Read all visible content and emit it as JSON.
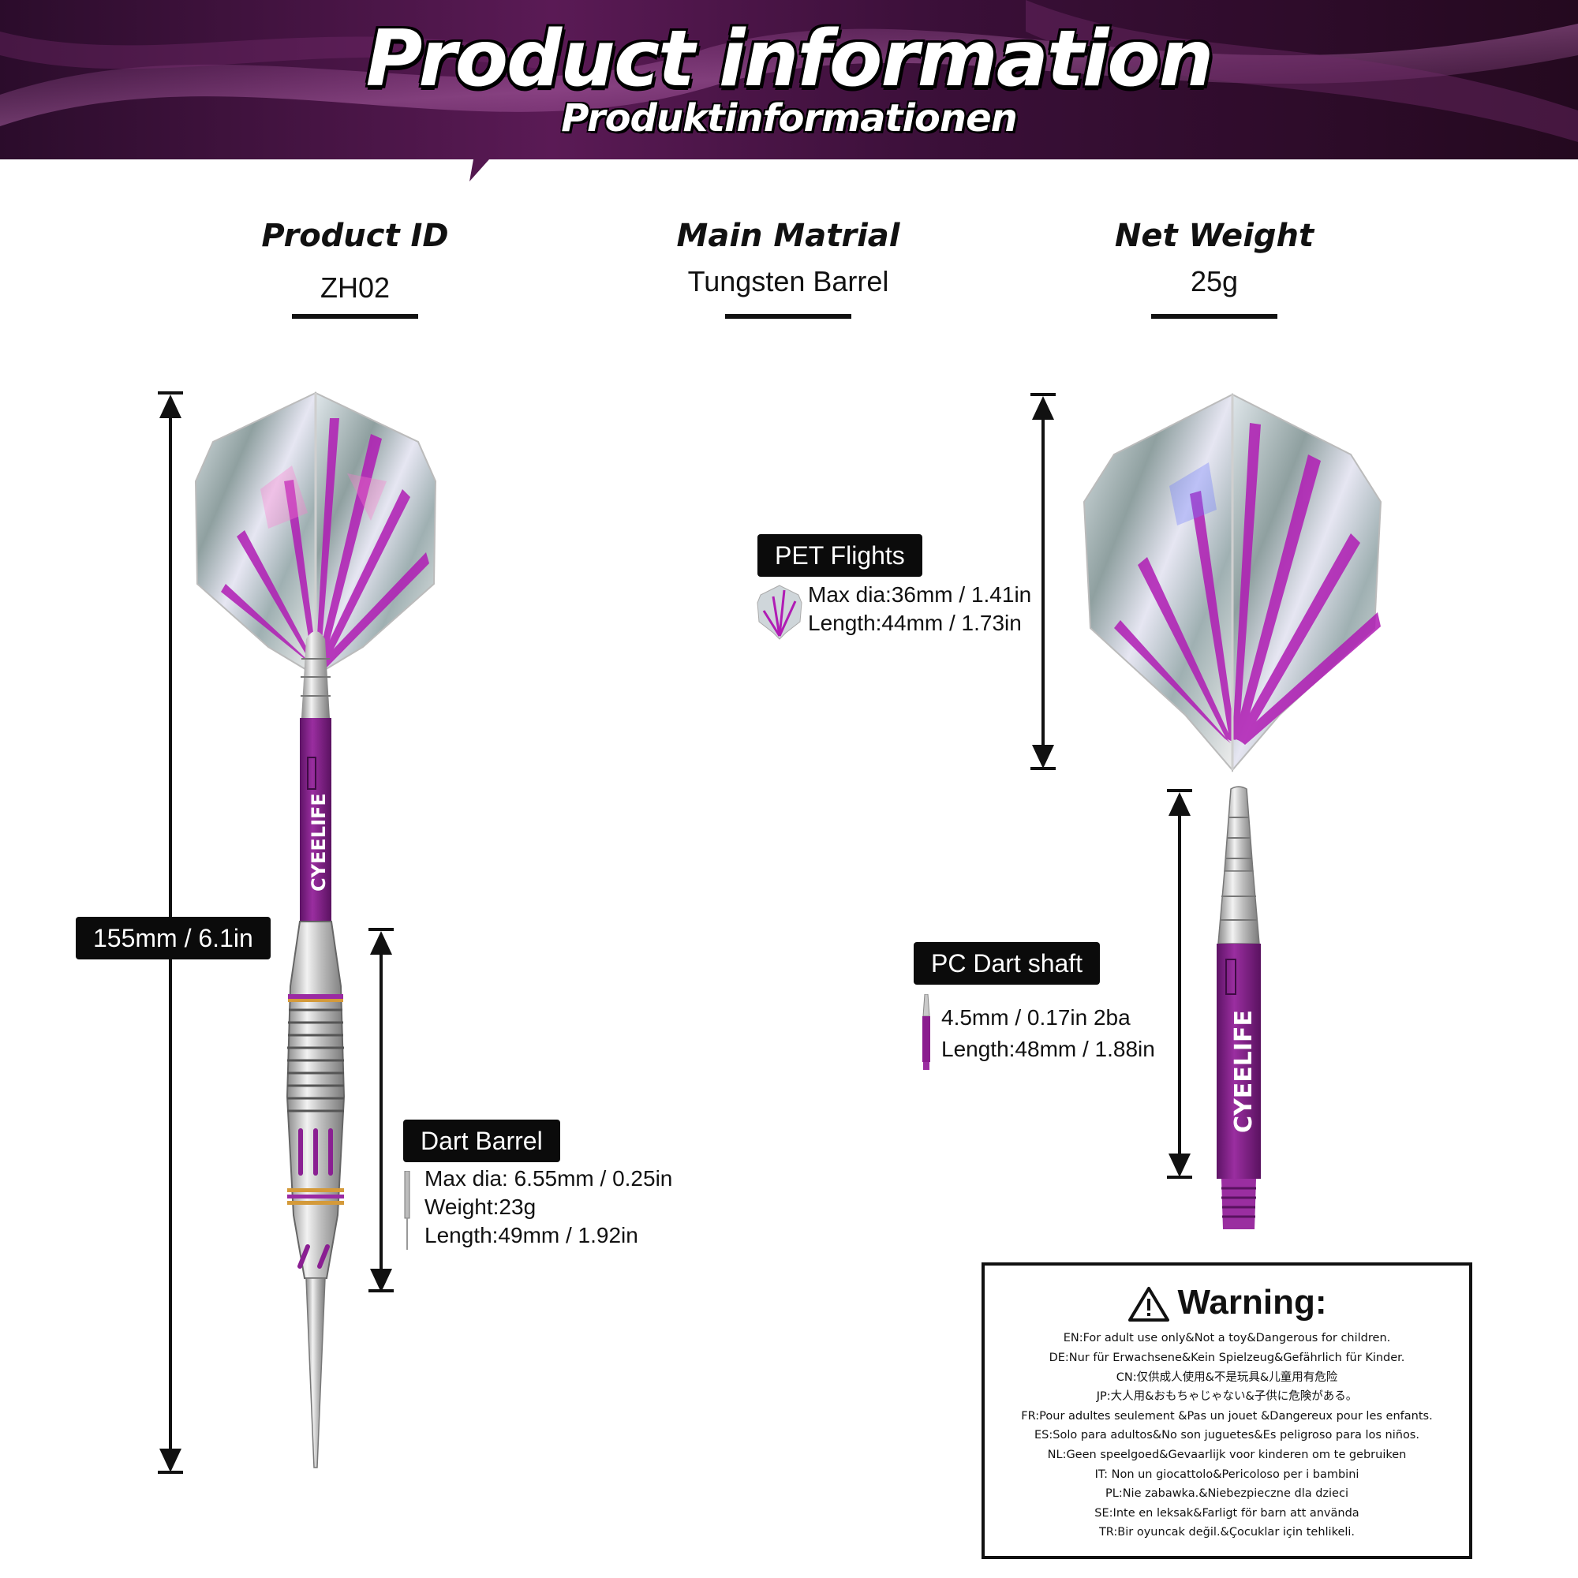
{
  "header": {
    "title": "Product information",
    "subtitle": "Produktinformationen"
  },
  "specs": [
    {
      "label": "Product ID",
      "value": "ZH02"
    },
    {
      "label": "Main Matrial",
      "value": "Tungsten Barrel"
    },
    {
      "label": "Net Weight",
      "value": "25g"
    }
  ],
  "dart": {
    "total_length": "155mm / 6.1in",
    "brand": "CYEELIFE"
  },
  "barrel": {
    "title": "Dart Barrel",
    "lines": [
      "Max dia: 6.55mm / 0.25in",
      "Weight:23g",
      "Length:49mm / 1.92in"
    ]
  },
  "flights": {
    "title": "PET Flights",
    "lines": [
      "Max dia:36mm / 1.41in",
      "Length:44mm / 1.73in"
    ]
  },
  "shaft": {
    "title": "PC Dart shaft",
    "lines": [
      "4.5mm / 0.17in 2ba",
      "Length:48mm / 1.88in"
    ]
  },
  "warning": {
    "title": "Warning:",
    "lines": [
      "EN:For adult use only&Not a toy&Dangerous for children.",
      "DE:Nur für Erwachsene&Kein Spielzeug&Gefährlich für Kinder.",
      "CN:仅供成人使用&不是玩具&儿童用有危险",
      "JP:大人用&おもちゃじゃない&子供に危険がある。",
      "FR:Pour adultes seulement &Pas un jouet &Dangereux pour les enfants.",
      "ES:Solo para adultos&No son juguetes&Es peligroso para los niños.",
      "NL:Geen speelgoed&Gevaarlijk voor kinderen om te gebruiken",
      "IT: Non un giocattolo&Pericoloso per i bambini",
      "PL:Nie zabawka.&Niebezpieczne dla dzieci",
      "SE:Inte en leksak&Farligt för barn att använda",
      "TR:Bir oyuncak değil.&Çocuklar için tehlikeli."
    ]
  },
  "colors": {
    "banner_dark": "#230a22",
    "banner_mid": "#5a1a55",
    "accent_purple": "#8b1c8f",
    "silver": "#c9c9c9",
    "label_bg": "#0b0b0b"
  }
}
